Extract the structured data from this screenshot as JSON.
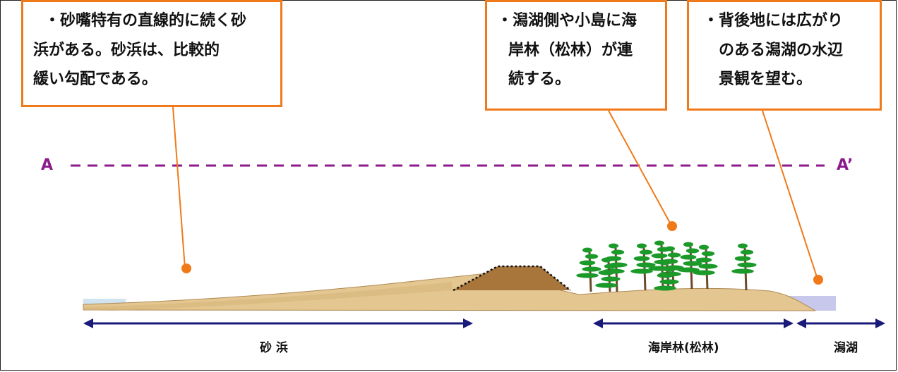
{
  "callouts": {
    "beach": {
      "line1": "・砂嘴特有の直線的に続く砂",
      "line2": "浜がある。砂浜は、比較的",
      "line3": "緩い勾配である。"
    },
    "forest": {
      "line1": "・潟湖側や小島に海",
      "line2": "岸林（松林）が連",
      "line3": "続する。"
    },
    "lagoon": {
      "line1": "・背後地には広がり",
      "line2": "のある潟湖の水辺",
      "line3": "景観を望む。"
    }
  },
  "section_line": {
    "left_label": "A",
    "right_label": "A’"
  },
  "zones": {
    "beach": "砂 浜",
    "forest": "海岸林(松林)",
    "lagoon": "潟湖"
  },
  "colors": {
    "callout_border": "#f07a1a",
    "leader_line": "#f07a1a",
    "section_line": "#8b1a8b",
    "arrow": "#1a1a7a",
    "sand": "#e3c690",
    "dune": "#a8763a",
    "water": "#c8c8ec",
    "tree": "#1b9a2a"
  },
  "icons": [
    "pine-tree-icon",
    "marker-dot-icon",
    "arrowhead-icon"
  ]
}
